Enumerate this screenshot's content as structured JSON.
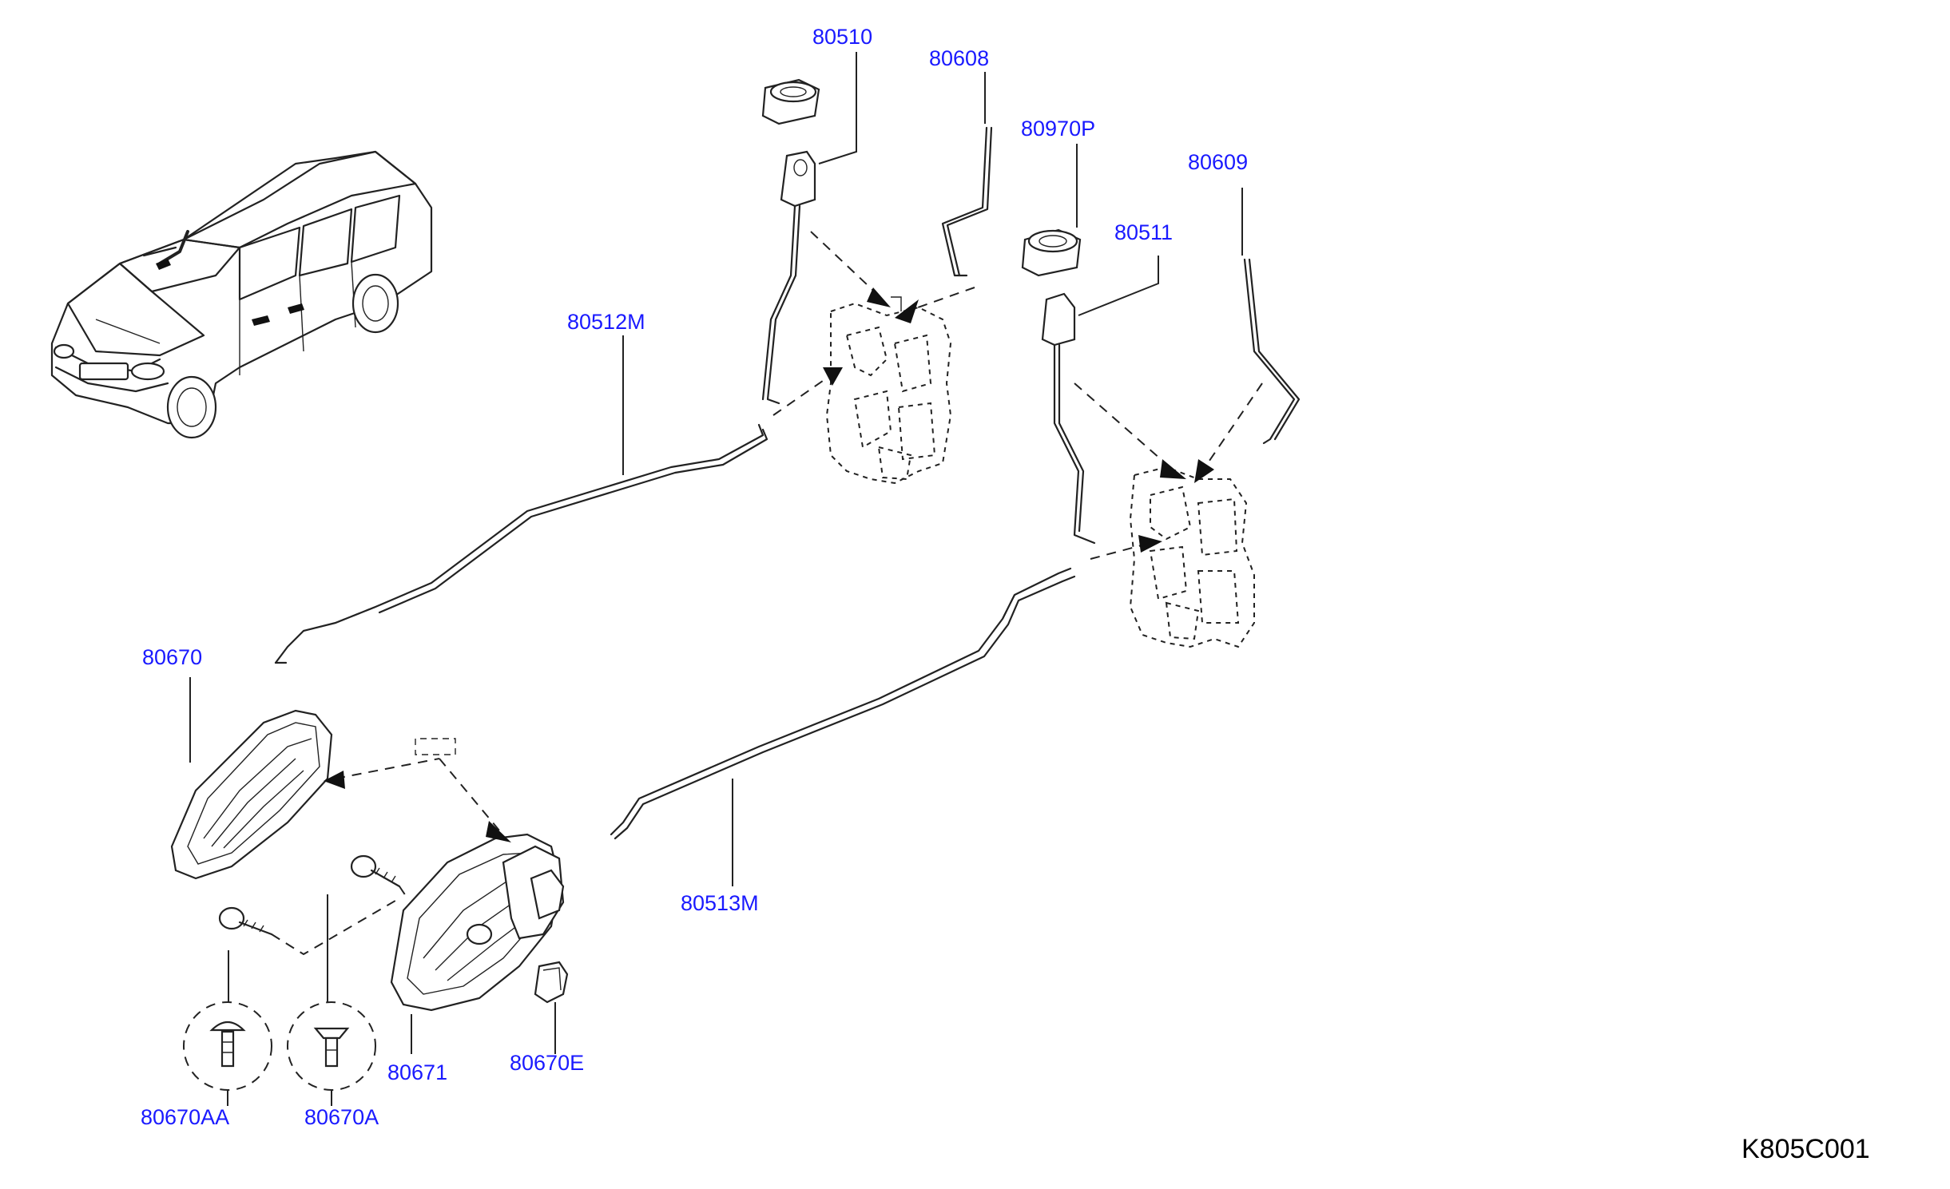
{
  "diagram_code": "K805C001",
  "parts": {
    "p80510": "80510",
    "p80608": "80608",
    "p80970P": "80970P",
    "p80609": "80609",
    "p80511": "80511",
    "p80512M": "80512M",
    "p80670": "80670",
    "p80513M": "80513M",
    "p80671": "80671",
    "p80670E": "80670E",
    "p80670AA": "80670AA",
    "p80670A": "80670A"
  },
  "colors": {
    "label": "#1a1aff",
    "line": "#222222",
    "background": "#ffffff"
  }
}
